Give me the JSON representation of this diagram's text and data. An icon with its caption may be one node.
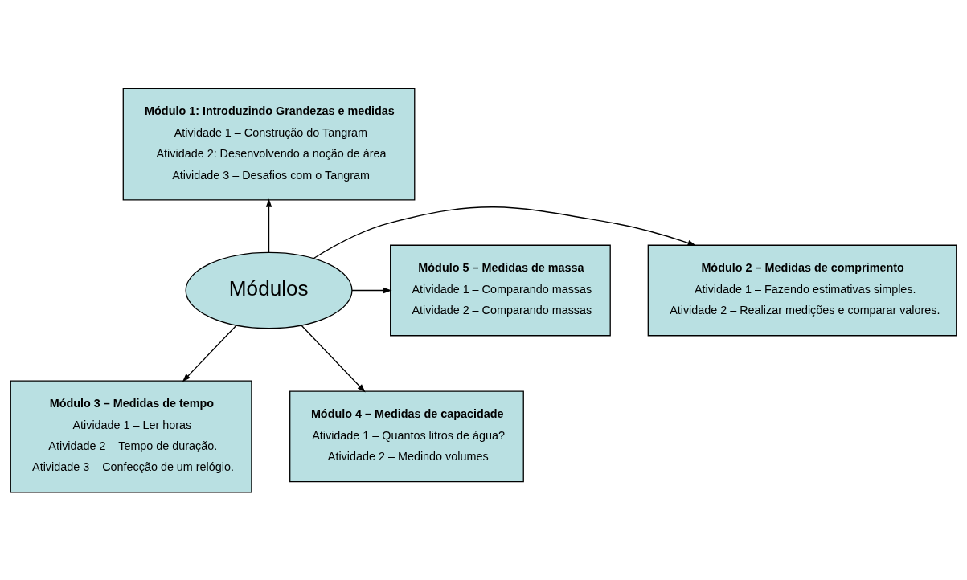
{
  "diagram": {
    "nodes": [
      {
        "text": [
          "Módulo 1: Introduzindo Grandezas e medidas",
          "Atividade 1 – Construção do Tangram",
          "Atividade 2: Desenvolvendo a noção de área",
          "Atividade 3 – Desafios com o Tangram"
        ]
      },
      {
        "text": [
          "Módulo 2 – Medidas de comprimento",
          "Atividade 1 – Fazendo estimativas simples.",
          "Atividade 2 – Realizar medições e comparar valores."
        ]
      },
      {
        "text": [
          "Módulos"
        ]
      },
      {
        "text": [
          "Módulo 5 – Medidas de massa",
          "Atividade 1 – Comparando massas",
          "Atividade 2 – Comparando massas"
        ]
      },
      {
        "text": [
          "Módulo 3 – Medidas de tempo",
          "Atividade 1 – Ler horas",
          "Atividade 2 – Tempo de duração.",
          "Atividade 3 – Confecção de um relógio."
        ]
      },
      {
        "text": [
          "Módulo 4 – Medidas de capacidade",
          "Atividade 1 – Quantos litros de água?",
          "Atividade 2 – Medindo volumes"
        ]
      }
    ],
    "edges": [
      {
        "from": 2,
        "to": 0,
        "arrow": "to"
      },
      {
        "from": 2,
        "to": 1,
        "arrow": "to"
      },
      {
        "from": 2,
        "to": 3,
        "arrow": "to"
      },
      {
        "from": 2,
        "to": 4,
        "arrow": "to"
      },
      {
        "from": 2,
        "to": 5,
        "arrow": "to"
      }
    ]
  }
}
